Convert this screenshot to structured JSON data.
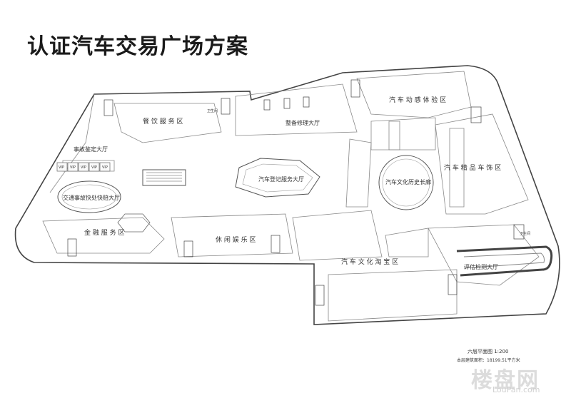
{
  "title": "认证汽车交易广场方案",
  "plan": {
    "zones": {
      "catering": "餐 饮 服 务 区",
      "restroom_top": "卫生间",
      "maintenance": "整备修理大厅",
      "experience": "汽 车 动 感 体 验 区",
      "accident": "事故鉴定大厅",
      "vip": "VIP",
      "traffic": "交通事故快处快赔大厅",
      "registration": "汽车登记服务大厅",
      "culture_gallery": "汽车文化历史长廊",
      "boutique": "汽 车 精 品 车 饰 区",
      "finance": "金 融 服 务 区",
      "leisure": "休 闲 娱 乐 区",
      "culture_shop": "汽 车 文 化 淘 宝 区",
      "assessment": "评估检测大厅",
      "restroom_right": "卫生间"
    },
    "scale_label": "六层平面图 1:200",
    "area_label": "本层建筑面积：18199.51平方米"
  },
  "watermark": {
    "cn": "楼盘网",
    "en": "LouPan.com"
  }
}
